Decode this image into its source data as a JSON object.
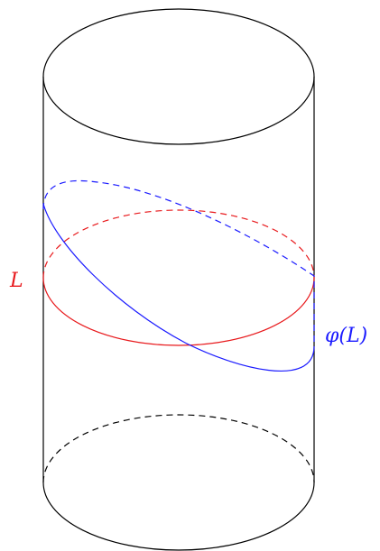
{
  "labels": {
    "circle": "L",
    "image_circle": "φ(L)"
  },
  "colors": {
    "cylinder": "#000000",
    "circle_L": "#e8191c",
    "circle_phi_L": "#1a1aff",
    "background": "#ffffff"
  },
  "styles": {
    "hidden_edges": "dashed",
    "visible_edges": "solid"
  }
}
